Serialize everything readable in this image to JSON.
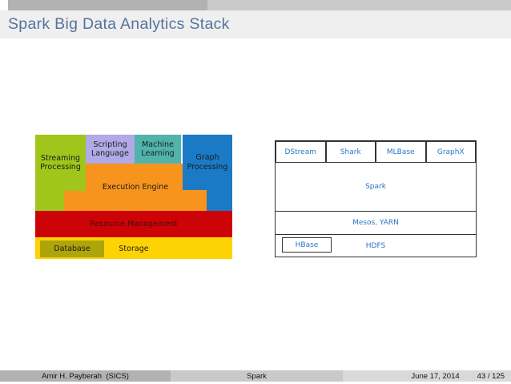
{
  "header": {
    "title": "Spark Big Data Analytics Stack"
  },
  "left_diagram": {
    "streaming": "Streaming Processing",
    "scripting": "Scripting Language",
    "machine_learning": "Machine Learning",
    "graph": "Graph Processing",
    "execution": "Execution Engine",
    "resource": "Resource Management",
    "database": "Database",
    "storage": "Storage"
  },
  "right_diagram": {
    "top_row": [
      "DStream",
      "Shark",
      "MLBase",
      "GraphX"
    ],
    "engine": "Spark",
    "resource": "Mesos, YARN",
    "hbase": "HBase",
    "hdfs": "HDFS"
  },
  "footer": {
    "author": "Amir H. Payberah  (SICS)",
    "short_title": "Spark",
    "date": "June 17, 2014",
    "page": "43 / 125"
  },
  "colors": {
    "topbar_left": "#b2b2b2",
    "topbar_right": "#c9c9c9",
    "titlebar_bg": "#efefef",
    "title_text": "#54749e",
    "streaming_green": "#a0c51b",
    "scripting_lavender": "#b1aae6",
    "machine_teal": "#50b4ac",
    "graph_blue": "#1b7ac6",
    "execution_orange": "#f7941d",
    "resource_red": "#cd0407",
    "storage_yellow": "#fdd303",
    "database_olive": "#aea40b",
    "right_diagram_text": "#2a76c6",
    "right_diagram_border": "#333333",
    "footer_left": "#b2b2b2",
    "footer_mid": "#c9c9c9",
    "footer_right": "#d9d9d9"
  }
}
